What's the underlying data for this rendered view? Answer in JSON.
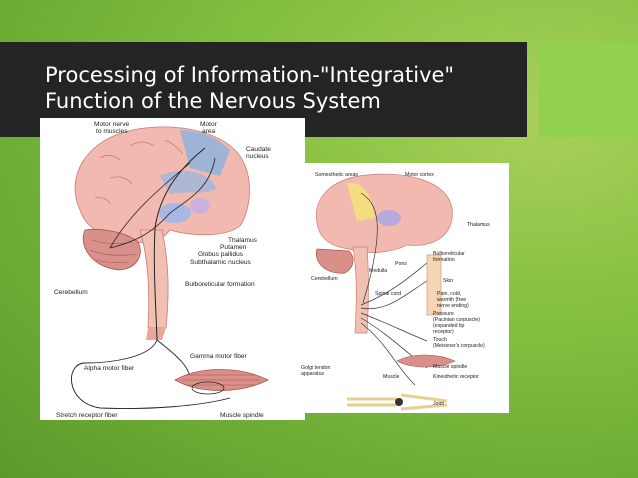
{
  "slide": {
    "title_line1": "Processing of Information-\"Integrative\"",
    "title_line2": "Function of the Nervous System",
    "colors": {
      "title_bar": "#242424",
      "accent": "#92d050",
      "title_text": "#ffffff"
    }
  },
  "figure_left": {
    "labels": {
      "motor_nerve": "Motor nerve",
      "to_muscles": "to muscles",
      "motor": "Motor",
      "area": "area",
      "caudate": "Caudate",
      "nucleus": "nucleus",
      "thalamus": "Thalamus",
      "putamen": "Putamen",
      "globus_pallidus": "Globus pallidus",
      "subthalamic_nucleus": "Subthalamic nucleus",
      "cerebellum": "Cerebellum",
      "bulboreticular_formation": "Bulboreticular formation",
      "gamma_motor_fiber": "Gamma motor fiber",
      "alpha_motor_fiber": "Alpha motor fiber",
      "stretch_receptor_fiber": "Stretch receptor fiber",
      "muscle_spindle": "Muscle spindle"
    }
  },
  "figure_right": {
    "labels": {
      "somesthetic_areas": "Somesthetic areas",
      "motor_cortex": "Motor cortex",
      "thalamus": "Thalamus",
      "bulboreticular": "Bulboreticular",
      "formation": "formation",
      "pons": "Pons",
      "medulla": "Medulla",
      "cerebellum": "Cerebellum",
      "spinal_cord": "Spinal cord",
      "skin": "Skin",
      "pain_cold": "Pain, cold,",
      "warmth_free": "warmth (free",
      "nerve_ending": "nerve ending)",
      "pressure": "Pressure",
      "pacinian": "(Pacinian corpuscle)",
      "expanded_tip": "(expanded tip",
      "receptor": "receptor)",
      "touch": "Touch",
      "meissner": "(Meissner's corpuscle)",
      "golgi_tendon": "Golgi tendon",
      "apparatus": "apparatus",
      "muscle": "Muscle",
      "muscle_spindle": "Muscle spindle",
      "kinesthetic_receptor": "Kinesthetic receptor",
      "joint": "Joint"
    }
  }
}
